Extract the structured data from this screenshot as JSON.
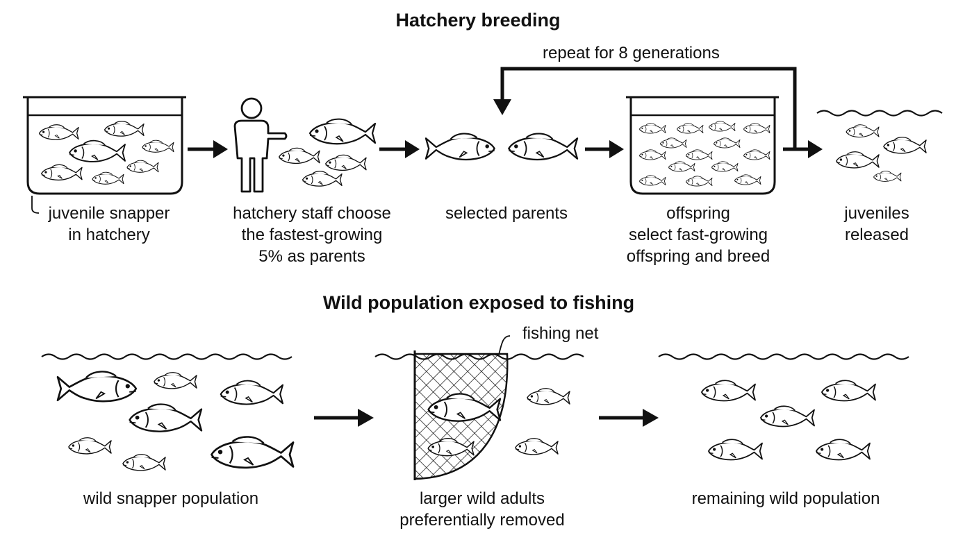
{
  "hatchery": {
    "title": "Hatchery breeding",
    "loop_label": "repeat for 8 generations",
    "steps": [
      {
        "lines": [
          "juvenile snapper",
          "in hatchery"
        ]
      },
      {
        "lines": [
          "hatchery staff choose",
          "the fastest-growing",
          "5% as parents"
        ]
      },
      {
        "lines": [
          "selected parents"
        ]
      },
      {
        "lines": [
          "offspring",
          "select fast-growing",
          "offspring and breed"
        ]
      },
      {
        "lines": [
          "juveniles",
          "released"
        ]
      }
    ]
  },
  "wild": {
    "title": "Wild population exposed to fishing",
    "net_label": "fishing net",
    "steps": [
      {
        "lines": [
          "wild snapper population"
        ]
      },
      {
        "lines": [
          "larger wild adults",
          "preferentially removed"
        ]
      },
      {
        "lines": [
          "remaining wild population"
        ]
      }
    ]
  }
}
